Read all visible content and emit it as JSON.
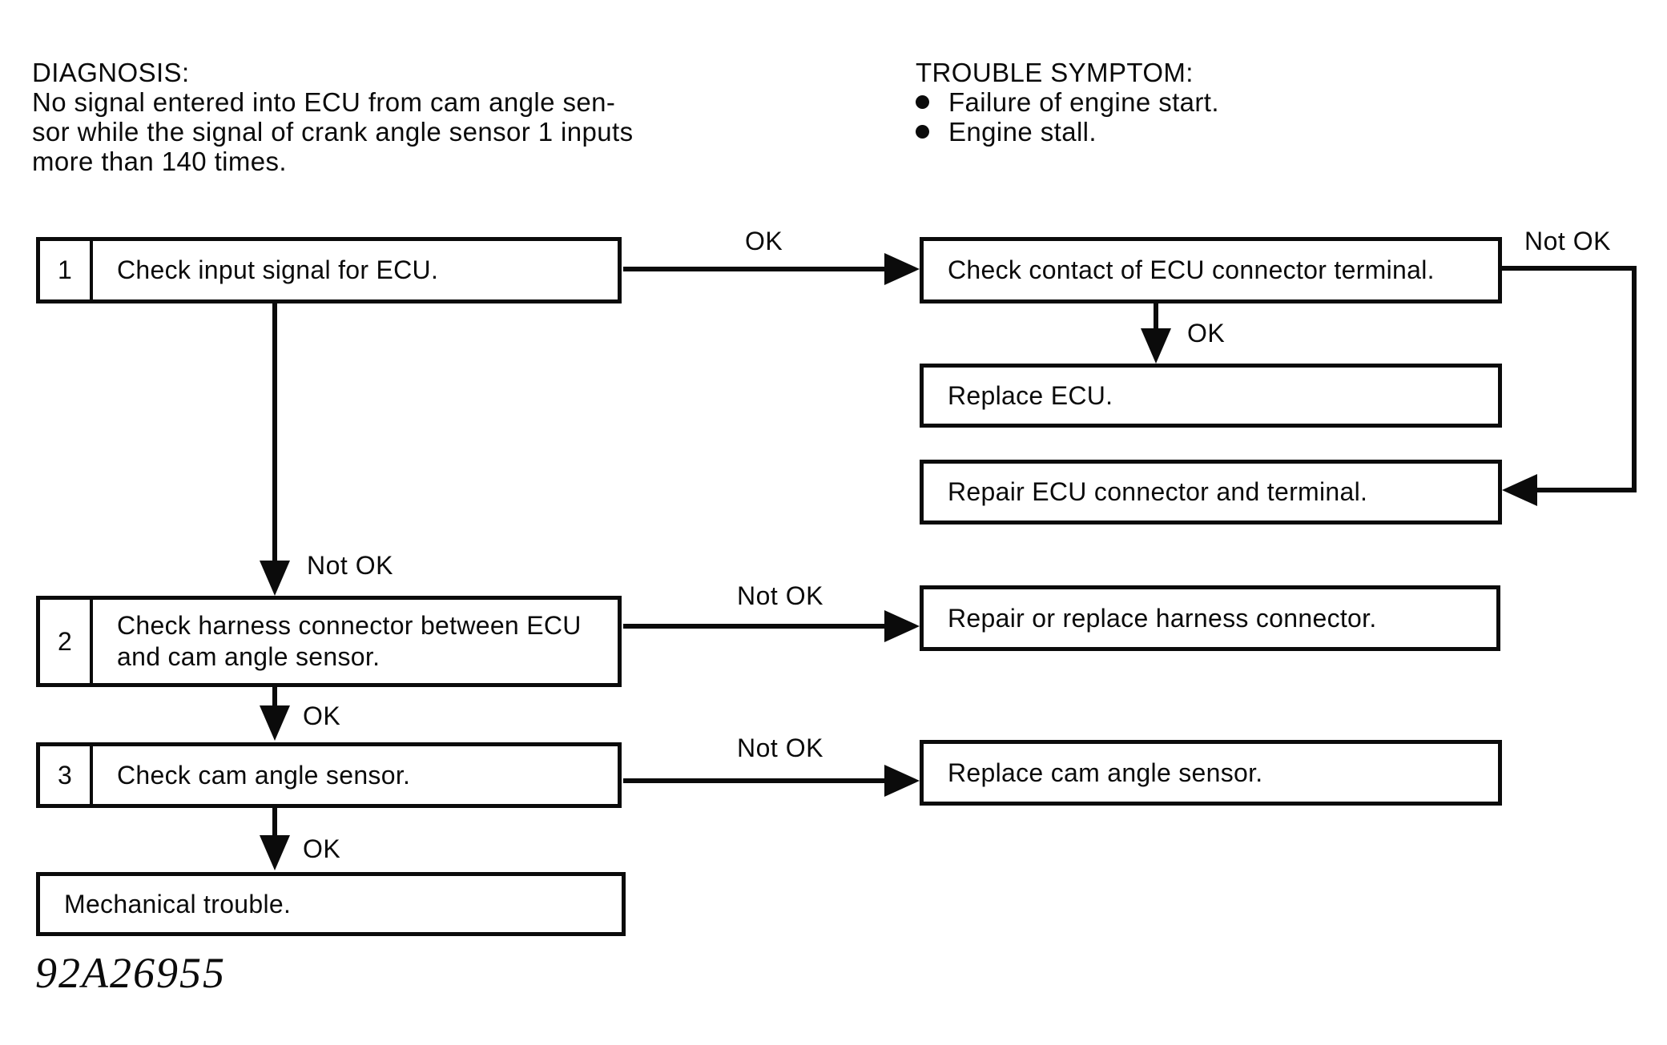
{
  "diagnosis": {
    "heading": "DIAGNOSIS:",
    "lines": [
      "No signal entered into ECU from cam angle sen-",
      "sor while the signal of crank angle sensor 1 inputs",
      "more than 140 times."
    ]
  },
  "trouble_symptom": {
    "heading": "TROUBLE SYMPTOM:",
    "items": [
      "Failure of engine start.",
      "Engine stall."
    ]
  },
  "flowchart": {
    "labels": {
      "ok": "OK",
      "not_ok": "Not OK"
    },
    "steps": {
      "step1": {
        "number": "1",
        "label": "Check input signal for ECU."
      },
      "step2": {
        "number": "2",
        "line1": "Check harness connector between ECU",
        "line2": "and cam angle sensor."
      },
      "step3": {
        "number": "3",
        "label": "Check cam angle sensor."
      },
      "final": {
        "label": "Mechanical trouble."
      }
    },
    "results": {
      "check_contact": "Check contact of ECU connector terminal.",
      "replace_ecu": "Replace ECU.",
      "repair_connector": "Repair ECU connector and terminal.",
      "repair_harness": "Repair or replace harness connector.",
      "replace_sensor": "Replace cam angle sensor."
    }
  },
  "figure_code": "92A26955",
  "colors": {
    "ink": "#0b0b0b",
    "paper": "#ffffff"
  }
}
